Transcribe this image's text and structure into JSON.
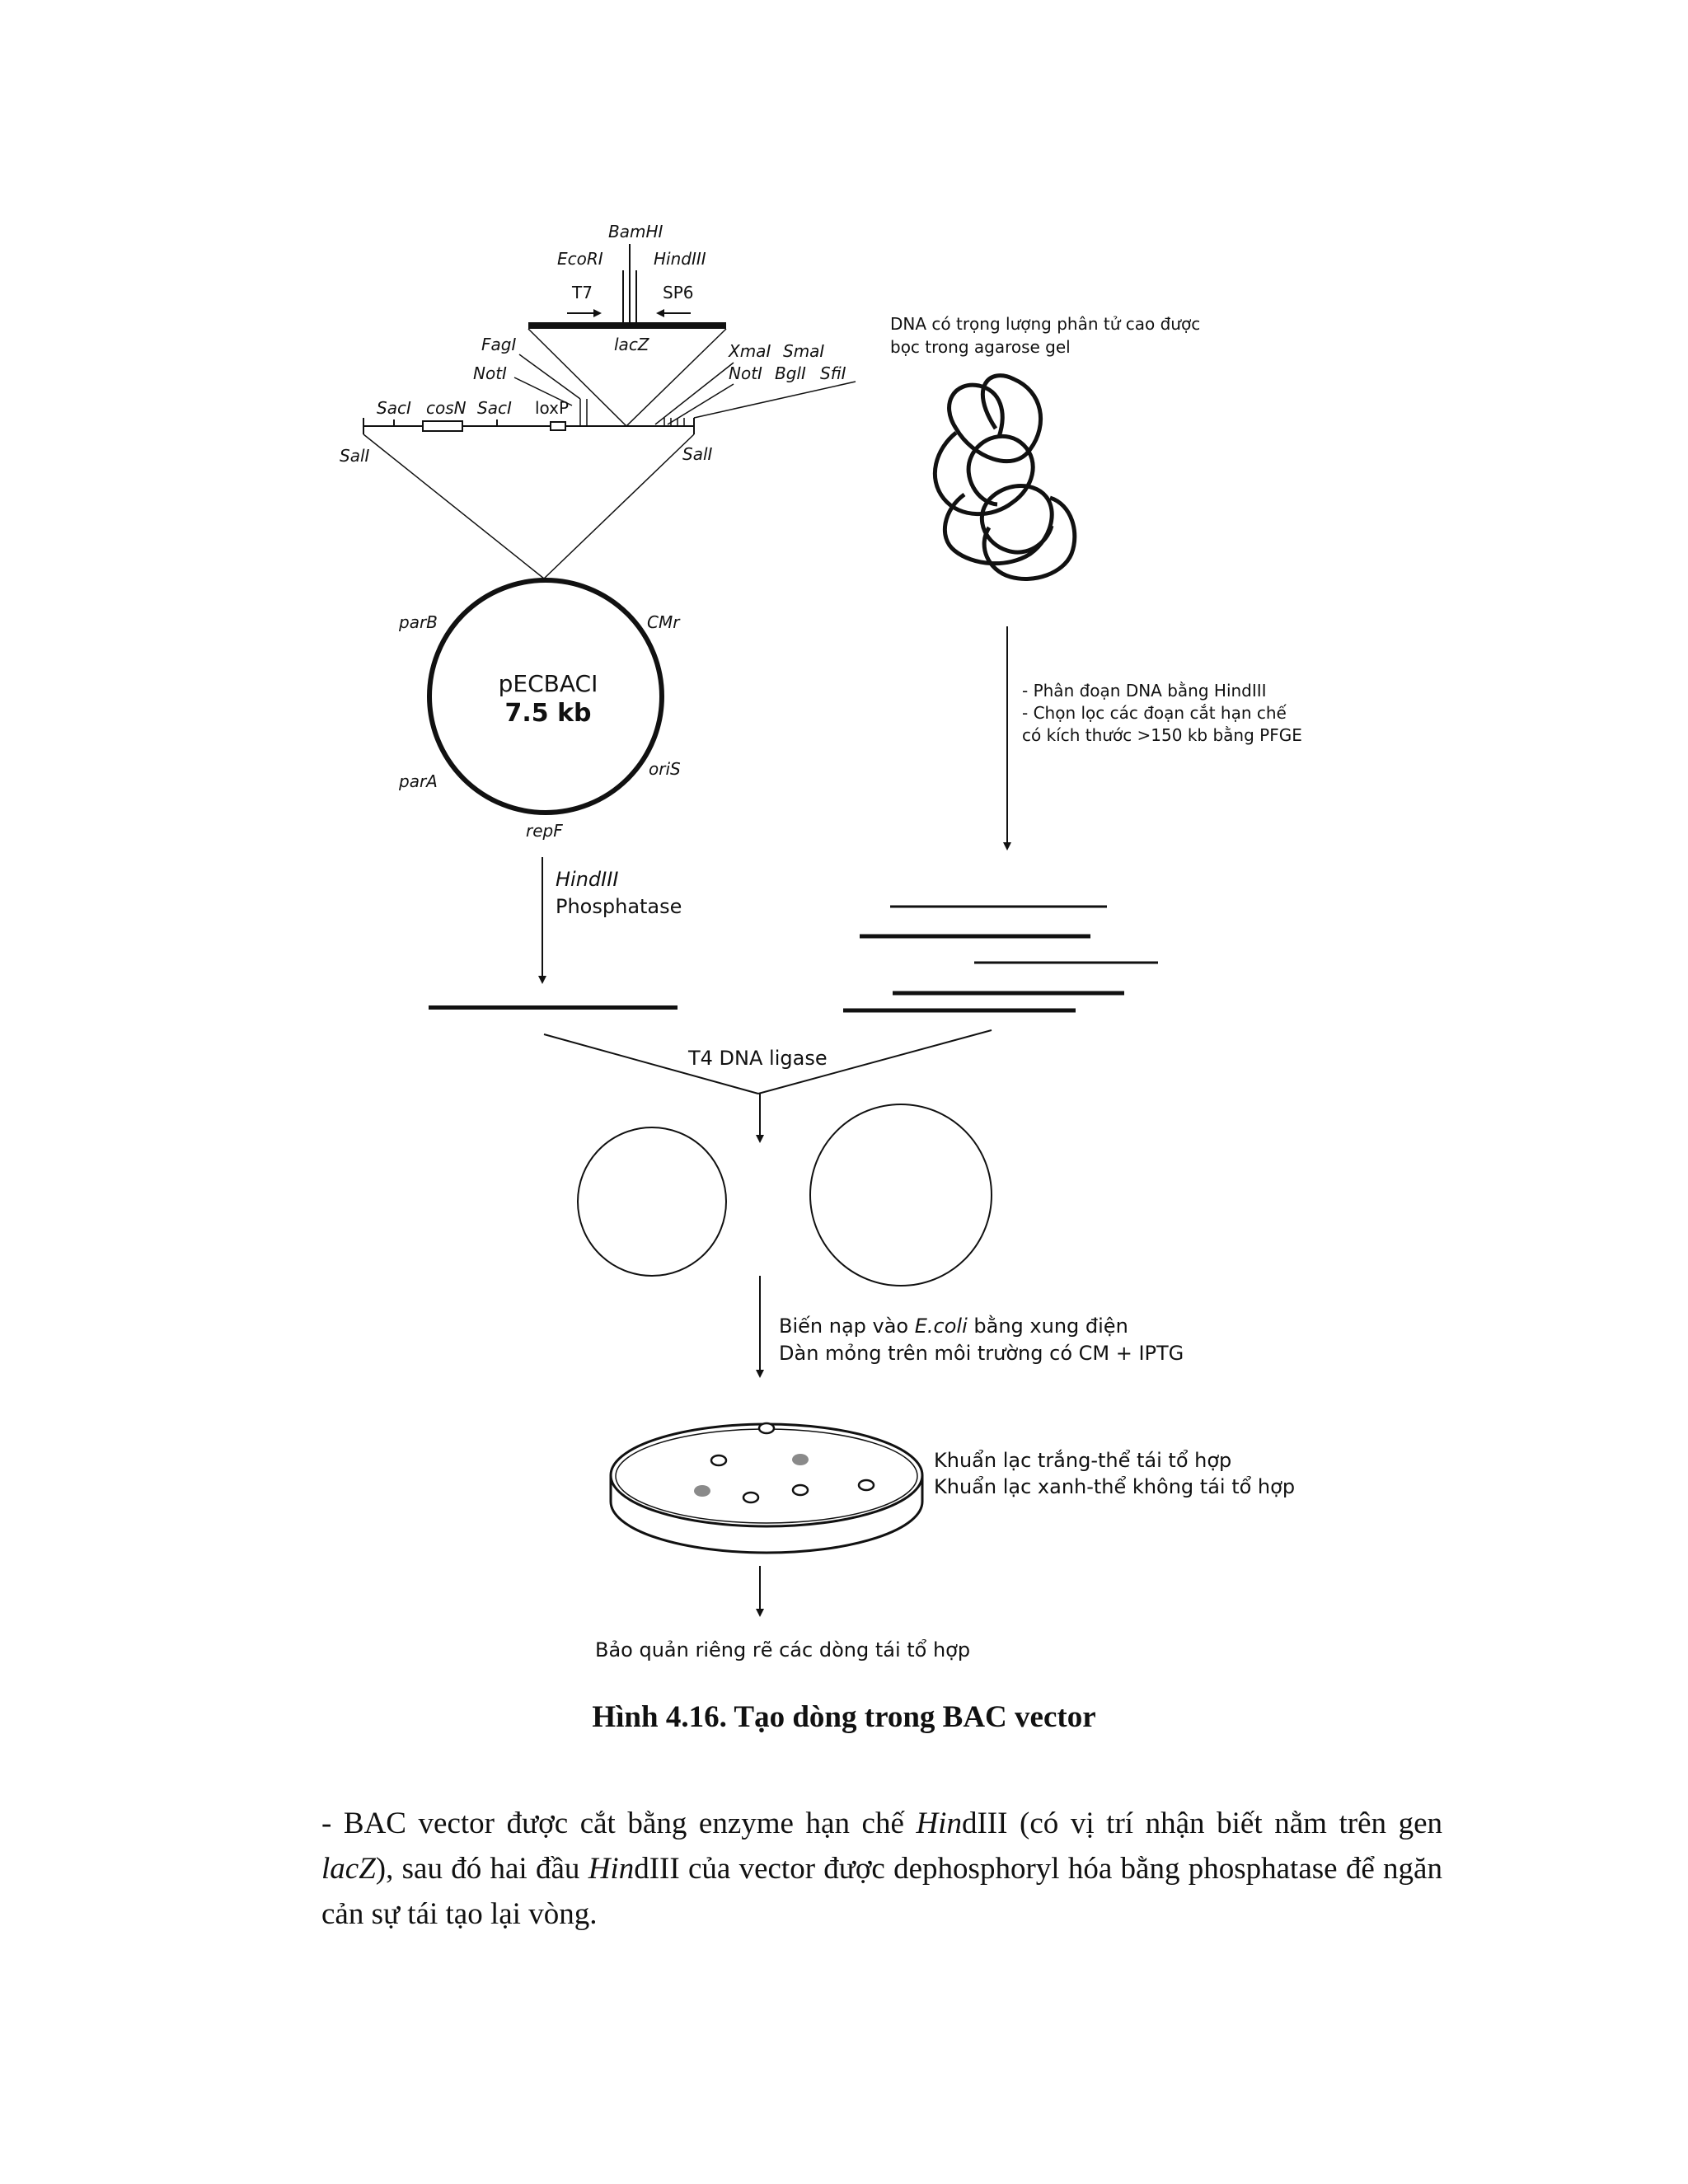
{
  "figure": {
    "vector_map": {
      "bamhi": "BamHI",
      "ecori": "EcoRI",
      "hindiii": "HindIII",
      "t7": "T7",
      "sp6": "SP6",
      "lacz": "lacZ",
      "fagi": "FagI",
      "noti_left": "NotI",
      "xmai": "XmaI",
      "smai": "SmaI",
      "noti_right": "NotI",
      "bgli": "BglI",
      "sfii": "SfiI",
      "saci_1": "SacI",
      "cosn": "cosN",
      "saci_2": "SacI",
      "loxp": "loxP",
      "sali_left": "SalI",
      "sali_right": "SalI"
    },
    "plasmid": {
      "name": "pECBACI",
      "size": "7.5 kb",
      "parb": "parB",
      "cm": "CMr",
      "paraa": "parA",
      "oris": "oriS",
      "repf": "repF"
    },
    "digest_step": {
      "enzyme": "HindIII",
      "phosphatase": "Phosphatase"
    },
    "genomic": {
      "description_line1": "DNA có trọng lượng phân tử cao được",
      "description_line2": "bọc trong agarose gel",
      "step_line1": "- Phân đoạn DNA bằng HindIII",
      "step_line2": "- Chọn lọc các đoạn cắt hạn chế",
      "step_line3": "có kích thước >150 kb bằng PFGE"
    },
    "ligase": "T4 DNA ligase",
    "transform": {
      "line1_prefix": "Biến nạp vào ",
      "line1_species": "E.coli",
      "line1_suffix": " bằng xung điện",
      "line2": "Dàn mỏng trên môi trường có CM + IPTG"
    },
    "colonies": {
      "white": "Khuẩn lạc trắng-thể tái tổ hợp",
      "blue": "Khuẩn lạc xanh-thể không tái tổ hợp"
    },
    "storage": "Bảo quản riêng rẽ các dòng tái tổ hợp"
  },
  "caption": "Hình 4.16. Tạo dòng trong BAC vector",
  "paragraph": {
    "text_1": "- BAC vector được cắt bằng enzyme hạn chế ",
    "italic_1": "Hin",
    "text_2": "dIII (có vị trí nhận biết nằm trên gen ",
    "italic_2": "lacZ",
    "text_3": "), sau đó hai đầu ",
    "italic_3": "Hin",
    "text_4": "dIII của vector được dephosphoryl hóa bằng phosphatase để ngăn cản sự tái tạo lại vòng."
  }
}
